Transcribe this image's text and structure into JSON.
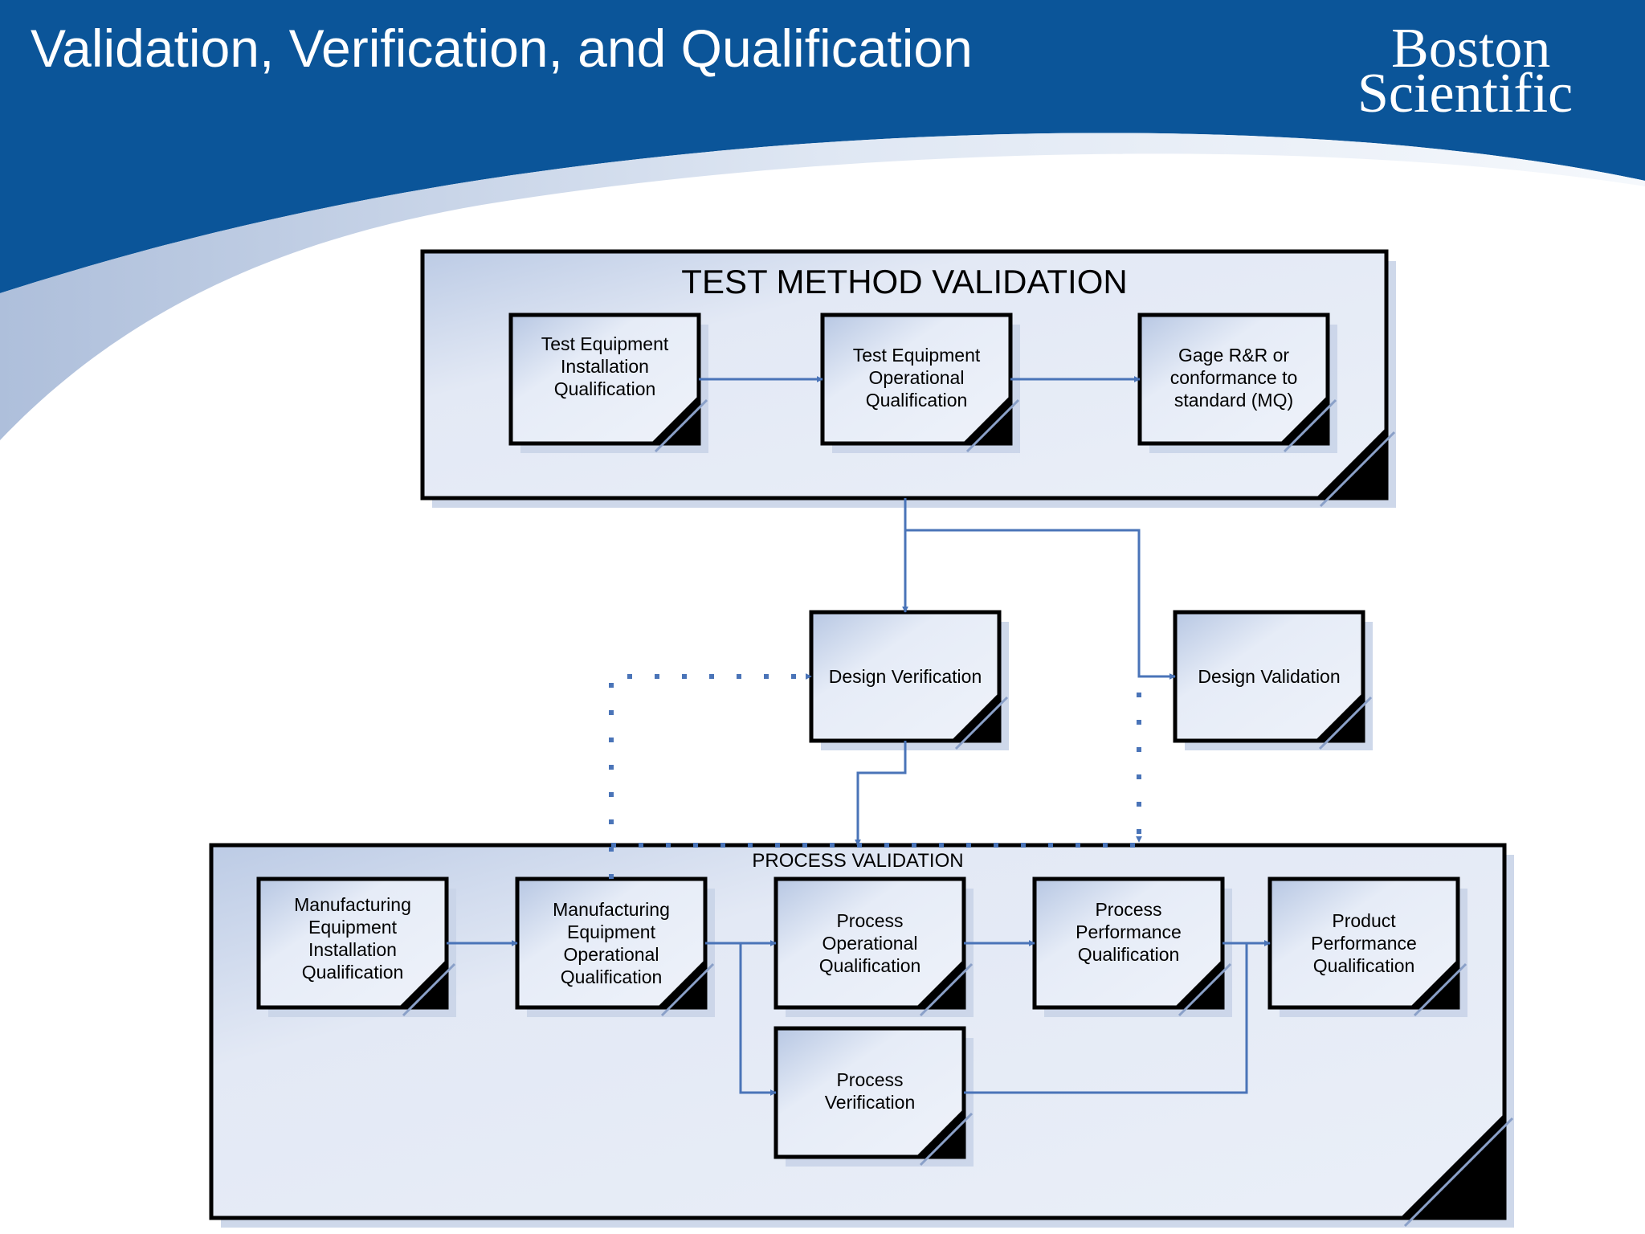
{
  "slide": {
    "title": "Validation, Verification, and Qualification",
    "logo": {
      "line1": "Boston",
      "line2": "Scientific"
    }
  },
  "colors": {
    "header_blue": "#0b5599",
    "arrow_blue": "#4a74b8",
    "box_fill": "#e9eef8",
    "box_shadow": "#c9d4e8",
    "border": "#000000"
  },
  "diagram": {
    "test_method_validation": {
      "title": "TEST METHOD VALIDATION",
      "steps": [
        "Test Equipment\nInstallation\nQualification",
        "Test Equipment\nOperational\nQualification",
        "Gage R&R or\nconformance to\nstandard (MQ)"
      ]
    },
    "design_verification": "Design Verification",
    "design_validation": "Design Validation",
    "process_validation": {
      "title": "PROCESS VALIDATION",
      "steps": [
        "Manufacturing\nEquipment\nInstallation\nQualification",
        "Manufacturing\nEquipment\nOperational\nQualification",
        "Process\nOperational\nQualification",
        "Process\nPerformance\nQualification",
        "Product\nPerformance\nQualification",
        "Process\nVerification"
      ]
    }
  }
}
